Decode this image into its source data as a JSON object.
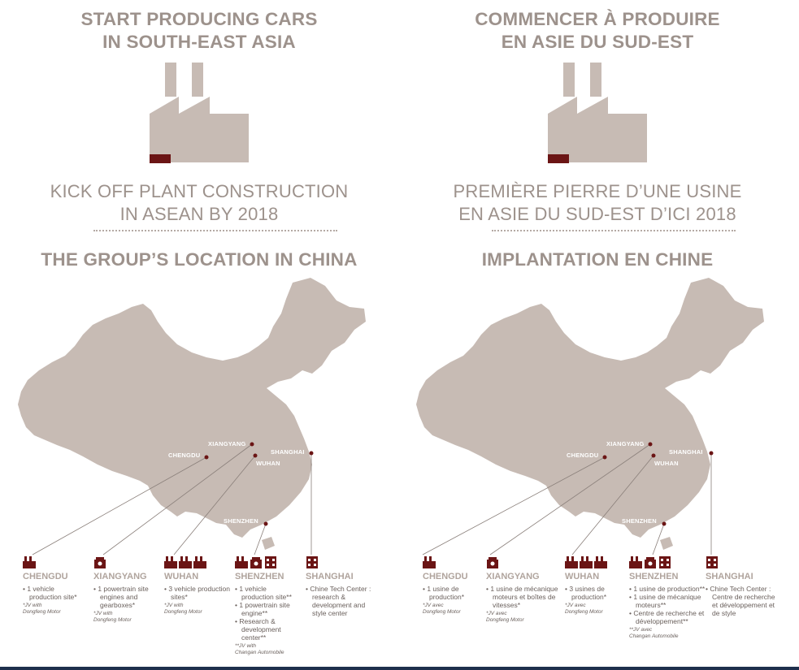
{
  "en": {
    "title_line1": "START PRODUCING CARS",
    "title_line2": "IN SOUTH-EAST ASIA",
    "subtitle_line1": "KICK OFF PLANT CONSTRUCTION",
    "subtitle_line2": "IN ASEAN BY 2018",
    "location_title": "THE GROUP’S LOCATION IN CHINA",
    "map_labels": {
      "xiangyang": "XIANGYANG",
      "chengdu": "CHENGDU",
      "wuhan": "WUHAN",
      "shanghai": "SHANGHAI",
      "shenzhen": "SHENZHEN"
    },
    "cities": [
      {
        "name": "CHENGDU",
        "bullets": [
          "1 vehicle production site*"
        ],
        "note_line1": "*JV with",
        "note_line2": "Dongfeng Motor"
      },
      {
        "name": "XIANGYANG",
        "bullets": [
          "1 powertrain site engines  and gearboxes*"
        ],
        "note_line1": "*JV with",
        "note_line2": "Dongfeng Motor"
      },
      {
        "name": "WUHAN",
        "bullets": [
          "3 vehicle production sites*"
        ],
        "note_line1": "*JV with",
        "note_line2": "Dongfeng Motor"
      },
      {
        "name": "SHENZHEN",
        "bullets": [
          "1 vehicle production site**",
          "1 powertrain site engine**",
          "Research & development center**"
        ],
        "note_line1": "**JV with",
        "note_line2": "Changan Automobile"
      },
      {
        "name": "SHANGHAI",
        "bullets": [
          "Chine Tech Center : research & development and style center"
        ],
        "note_line1": "",
        "note_line2": ""
      }
    ]
  },
  "fr": {
    "title_line1": "COMMENCER À PRODUIRE",
    "title_line2": "EN ASIE DU SUD-EST",
    "subtitle_line1": "PREMIÈRE PIERRE D’UNE USINE",
    "subtitle_line2": "EN ASIE DU SUD-EST D’ICI 2018",
    "location_title": "IMPLANTATION EN CHINE",
    "map_labels": {
      "xiangyang": "XIANGYANG",
      "chengdu": "CHENGDU",
      "wuhan": "WUHAN",
      "shanghai": "SHANGHAI",
      "shenzhen": "SHENZHEN"
    },
    "cities": [
      {
        "name": "CHENGDU",
        "bullets": [
          "1 usine de production*"
        ],
        "note_line1": "*JV avec",
        "note_line2": "Dongfeng Motor"
      },
      {
        "name": "XIANGYANG",
        "bullets": [
          "1 usine de mécanique moteurs et boîtes de vitesses*"
        ],
        "note_line1": "*JV avec",
        "note_line2": "Dongfeng Motor"
      },
      {
        "name": "WUHAN",
        "bullets": [
          "3 usines de production*"
        ],
        "note_line1": "*JV avec",
        "note_line2": "Dongfeng Motor"
      },
      {
        "name": "SHENZHEN",
        "bullets": [
          "1 usine de production**",
          "1 usine de mécanique moteurs**",
          "Centre de recherche et développement**"
        ],
        "note_line1": "**JV avec",
        "note_line2": "Changan Automobile"
      },
      {
        "name": "SHANGHAI",
        "bullets": [
          "Chine Tech Center : Centre de recherche et développement et de style"
        ],
        "note_line1": "",
        "note_line2": ""
      }
    ]
  },
  "colors": {
    "taupe": "#c7bbb4",
    "text": "#9d928c",
    "dark_red": "#6b1515",
    "dark_text": "#6a605c",
    "bar": "#1e2f4c"
  }
}
